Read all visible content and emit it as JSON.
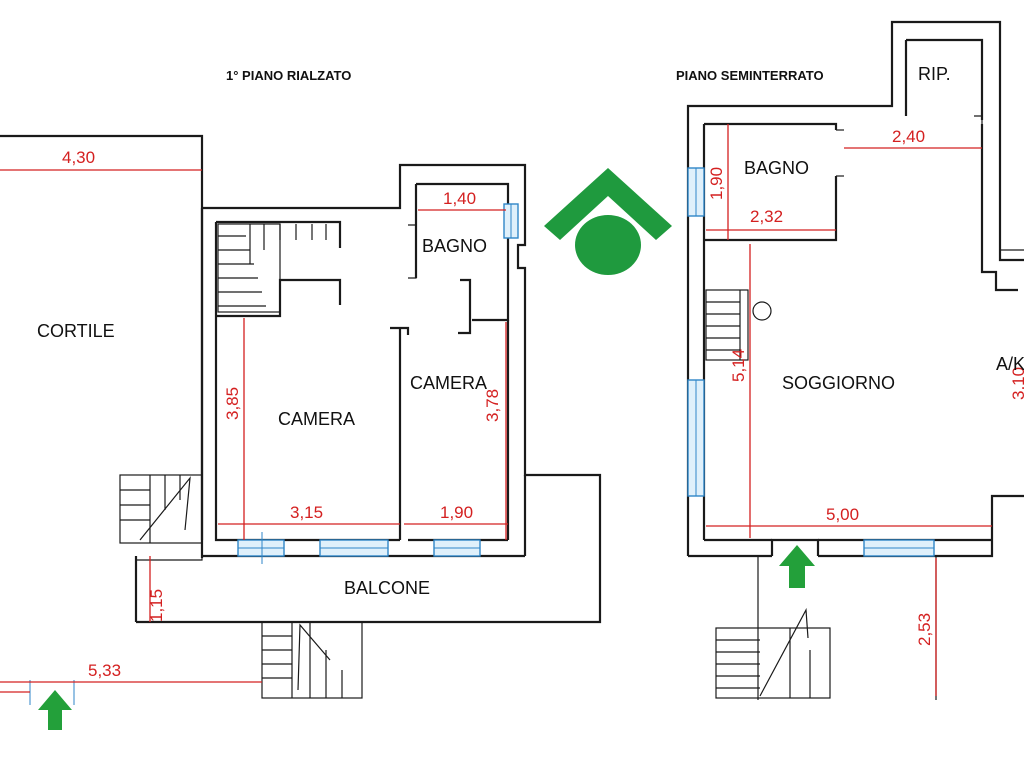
{
  "titles": {
    "left": "1° PIANO RIALZATO",
    "right": "PIANO SEMINTERRATO"
  },
  "rooms": {
    "cortile": "CORTILE",
    "camera_large": "CAMERA",
    "camera_small": "CAMERA",
    "bagno_left": "BAGNO",
    "balcone": "BALCONE",
    "bagno_right": "BAGNO",
    "soggiorno": "SOGGIORNO",
    "rip": "RIP.",
    "ak": "A/K"
  },
  "dimensions": {
    "cortile_width": "4,30",
    "cortile_bottom": "5,33",
    "balcone_depth": "1,15",
    "camera_large_height": "3,85",
    "camera_large_width": "3,15",
    "camera_small_width": "1,90",
    "camera_small_height": "3,78",
    "bagno_left_width": "1,40",
    "bagno_right_height": "1,90",
    "bagno_right_width": "2,32",
    "rip_width": "2,40",
    "soggiorno_height": "5,14",
    "soggiorno_width": "5,00",
    "outside_right": "2,53",
    "ak_height": "3,10"
  },
  "colors": {
    "walls": "#1a1a1a",
    "dimensions": "#d42020",
    "windows": "#2f86c8",
    "logo": "#1f9a3e",
    "arrows": "#23a03a"
  },
  "icons": {
    "logo": "house-logo-icon",
    "entrance": "entrance-arrow-icon"
  }
}
